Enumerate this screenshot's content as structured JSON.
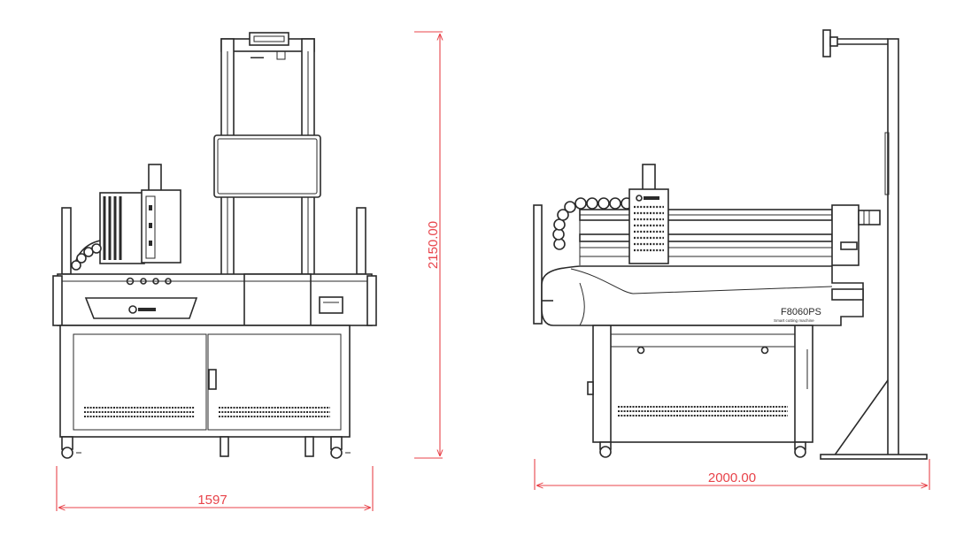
{
  "dimensions": {
    "front_width": "1597",
    "height": "2150.00",
    "side_length": "2000.00"
  },
  "machine": {
    "model": "F8060PS",
    "description": "Smart cutting machine"
  },
  "colors": {
    "dimension_lines": "#e8434a",
    "line_art": "#2a2a2a"
  }
}
